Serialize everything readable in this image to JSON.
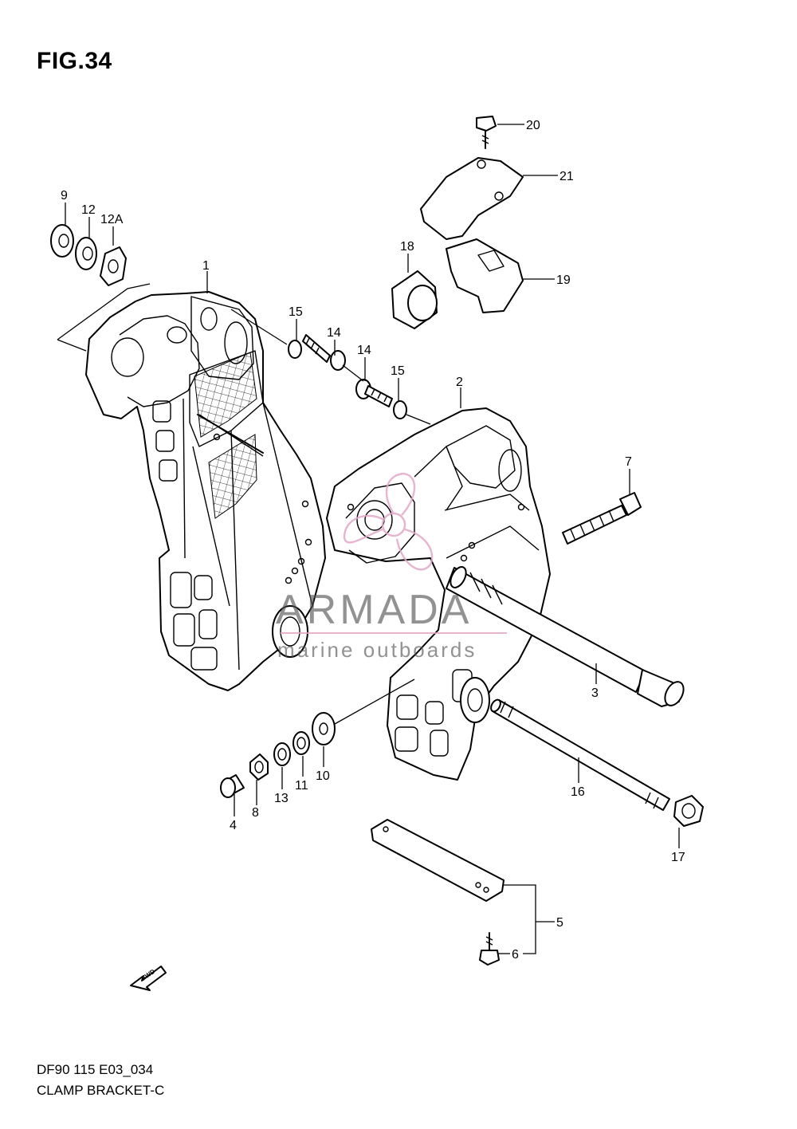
{
  "figure": {
    "title": "FIG.34"
  },
  "footer": {
    "code": "DF90 115 E03_034",
    "name": "CLAMP BRACKET-C"
  },
  "fwd_label": "FWD",
  "watermark": {
    "brand": "ARMADA",
    "tagline": "marine outboards",
    "color": "#e3a8c8"
  },
  "callouts": {
    "c1": "1",
    "c2": "2",
    "c3": "3",
    "c4": "4",
    "c5": "5",
    "c6": "6",
    "c7": "7",
    "c8": "8",
    "c9": "9",
    "c10": "10",
    "c11": "11",
    "c12": "12",
    "c12a": "12A",
    "c13": "13",
    "c14a": "14",
    "c14b": "14",
    "c15a": "15",
    "c15b": "15",
    "c16": "16",
    "c17": "17",
    "c18": "18",
    "c19": "19",
    "c20": "20",
    "c21": "21"
  }
}
